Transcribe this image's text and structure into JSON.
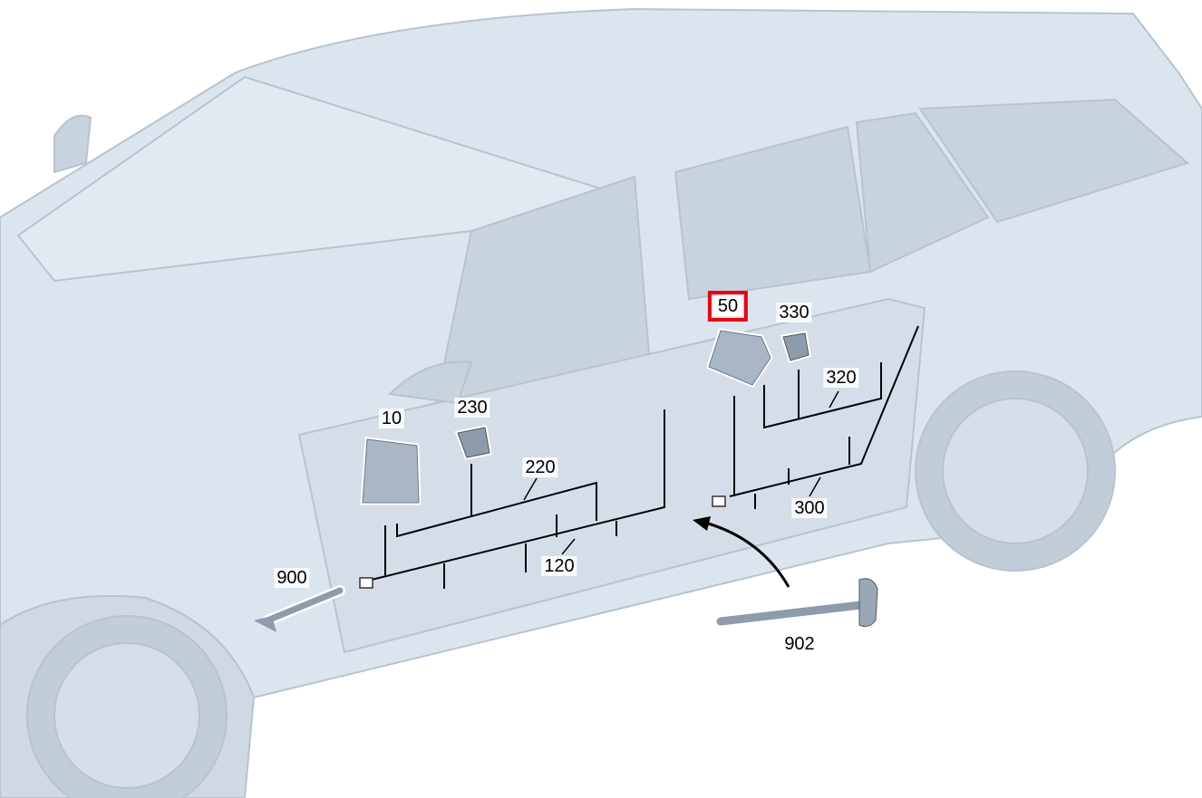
{
  "callouts": [
    {
      "id": "10",
      "label": "10"
    },
    {
      "id": "230",
      "label": "230"
    },
    {
      "id": "220",
      "label": "220"
    },
    {
      "id": "120",
      "label": "120"
    },
    {
      "id": "900",
      "label": "900"
    },
    {
      "id": "50",
      "label": "50",
      "highlighted": true
    },
    {
      "id": "330",
      "label": "330"
    },
    {
      "id": "320",
      "label": "320"
    },
    {
      "id": "300",
      "label": "300"
    },
    {
      "id": "902",
      "label": "902"
    }
  ],
  "colors": {
    "car_body": "#dce4ee",
    "car_line": "#b7c3d1",
    "wire": "#000000",
    "highlight": "#e30613",
    "part": "#a9b6c6"
  }
}
